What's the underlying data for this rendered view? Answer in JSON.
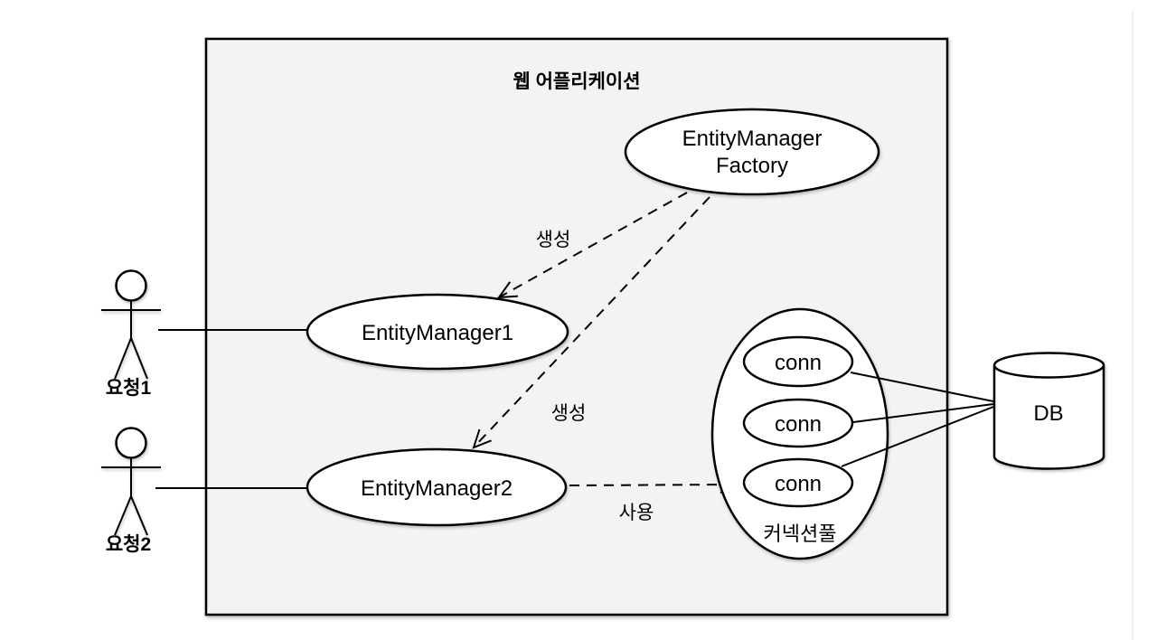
{
  "diagram": {
    "title": "웹 어플리케이션",
    "nodes": {
      "factory": {
        "line1": "EntityManager",
        "line2": "Factory"
      },
      "em1": {
        "label": "EntityManager1"
      },
      "em2": {
        "label": "EntityManager2"
      },
      "conn1": {
        "label": "conn"
      },
      "conn2": {
        "label": "conn"
      },
      "conn3": {
        "label": "conn"
      },
      "pool": {
        "label": "커넥션풀"
      },
      "db": {
        "label": "DB"
      }
    },
    "edges": {
      "create1": {
        "label": "생성"
      },
      "create2": {
        "label": "생성"
      },
      "use": {
        "label": "사용"
      }
    },
    "actors": [
      {
        "label": "요청1"
      },
      {
        "label": "요청2"
      }
    ],
    "colors": {
      "canvas": "#ffffff",
      "box_fill": "#f3f3f3",
      "node_fill": "#ffffff",
      "stroke": "#000000"
    }
  }
}
